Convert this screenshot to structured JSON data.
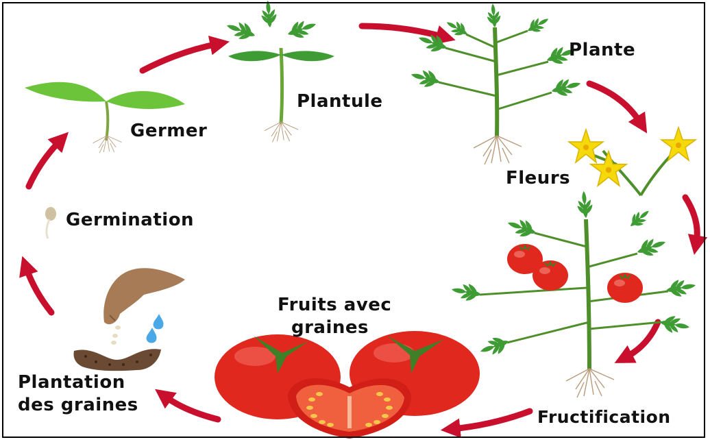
{
  "diagram": {
    "labels": {
      "plantule": "Plantule",
      "plante": "Plante",
      "germer": "Germer",
      "fleurs": "Fleurs",
      "germination": "Germination",
      "fruits_line1": "Fruits avec",
      "fruits_line2": "graines",
      "plantation_line1": "Plantation",
      "plantation_line2": "des graines",
      "fructification": "Fructification"
    },
    "colors": {
      "arrow": "#c8102e",
      "leaf": "#3f9b34",
      "stem": "#4e8f2a",
      "tomato": "#e0281e",
      "flower": "#f5d90a",
      "root": "#b89a78"
    }
  }
}
